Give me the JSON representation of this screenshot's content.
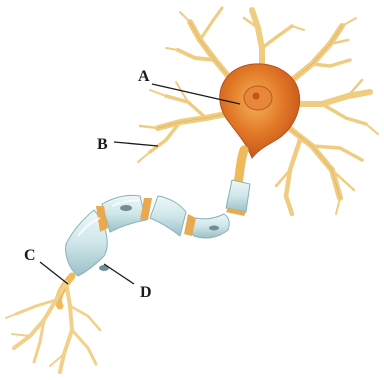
{
  "diagram": {
    "labels": {
      "a": "A",
      "b": "B",
      "c": "C",
      "d": "D"
    }
  },
  "colors": {
    "soma_dark": "#d8661c",
    "soma_light": "#f3a03c",
    "dendrite": "#f2cf86",
    "dendrite_edge": "#d9a54b",
    "axon": "#f0b95a",
    "myelin": "#d3e9ec",
    "myelin_edge": "#9fc2c8",
    "myelin_shadow": "#7ea6ad",
    "terminal": "#f3d48e",
    "label_text": "#1a1a1a"
  },
  "icons": {
    "soma": "neuron-cell-body-icon",
    "dendrites": "dendrite-branches-icon",
    "axon": "myelinated-axon-icon",
    "terminals": "axon-terminal-icon"
  }
}
